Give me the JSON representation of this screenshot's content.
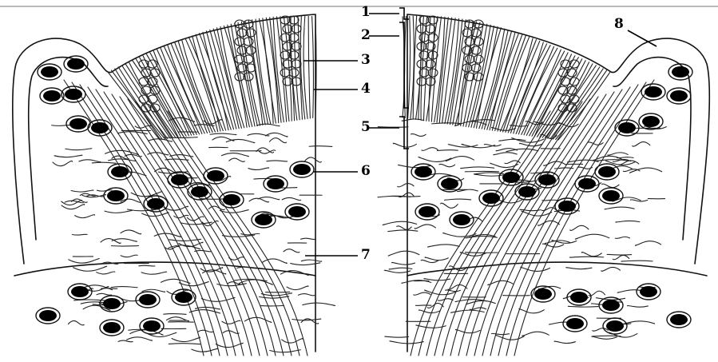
{
  "labels": [
    {
      "id": "1",
      "text": "1"
    },
    {
      "id": "2",
      "text": "2"
    },
    {
      "id": "3",
      "text": "3"
    },
    {
      "id": "4",
      "text": "4"
    },
    {
      "id": "5",
      "text": "5"
    },
    {
      "id": "6",
      "text": "6"
    },
    {
      "id": "7",
      "text": "7"
    },
    {
      "id": "8",
      "text": "8"
    }
  ],
  "colors": {
    "ink": "#111111",
    "nucleus": "#000000",
    "background": "#ffffff"
  }
}
